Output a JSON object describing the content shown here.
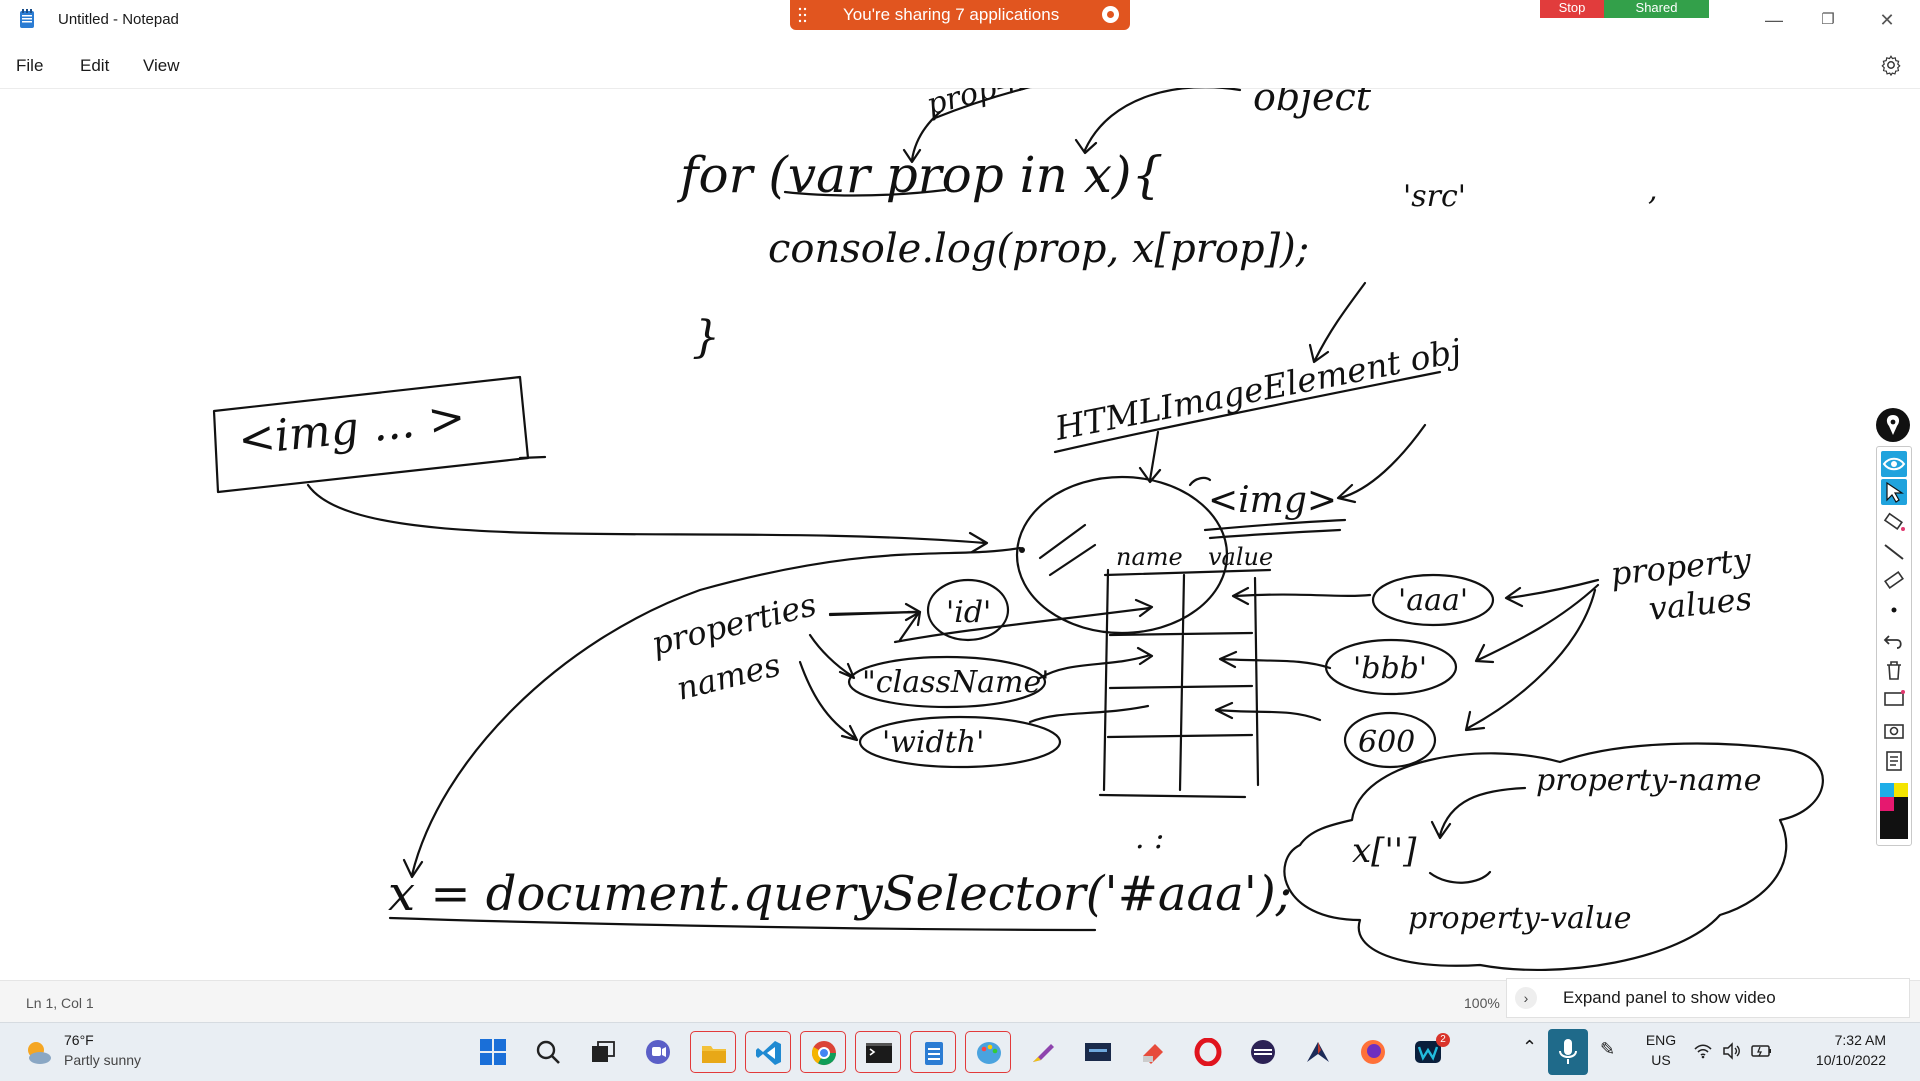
{
  "window": {
    "title": "Untitled - Notepad"
  },
  "share": {
    "banner_text": "You're sharing 7 applications",
    "stop_label": "Stop",
    "shared_label": "Shared"
  },
  "menu": {
    "items": [
      "File",
      "Edit",
      "View"
    ]
  },
  "drawing": {
    "line_for": "for (var prop in x){",
    "annot_prop_name": "prop-name (string)",
    "annot_object": "object",
    "line_console": "console.log(prop, x[prop]);",
    "close_brace": "}",
    "src_label": "'src'",
    "comma": ",",
    "img_tag": "<img ... >",
    "html_image_element": "HTMLImageElement obj",
    "img_tag2": "<img>",
    "col_name": "name",
    "col_value": "value",
    "prop_id": "'id'",
    "prop_class": "\"className'",
    "prop_width": "'width'",
    "val_aaa": "'aaa'",
    "val_bbb": "'bbb'",
    "val_600": "600",
    "properties_names": [
      "properties",
      "names"
    ],
    "property_values": [
      "property",
      "values"
    ],
    "query_line": "x = document.querySelector('#aaa');",
    "property_name": "property-name",
    "bracket_access": "x['']",
    "property_value": "property-value",
    "dots": ". :"
  },
  "status": {
    "position": "Ln 1, Col 1",
    "zoom": "100%",
    "expand_panel": "Expand panel to show video"
  },
  "taskbar": {
    "weather_temp": "76°F",
    "weather_desc": "Partly sunny",
    "icons": [
      "start-icon",
      "search-icon",
      "task-view-icon",
      "chat-icon",
      "file-explorer-icon",
      "vscode-icon",
      "chrome-icon",
      "terminal-icon",
      "notepad-icon",
      "paint-icon",
      "pen-tool-icon",
      "app-icon",
      "screen-sketch-icon",
      "opera-icon",
      "eclipse-icon",
      "bird-app-icon",
      "firefox-icon",
      "webex-icon"
    ],
    "lang_line1": "ENG",
    "lang_line2": "US",
    "time": "7:32 AM",
    "date": "10/10/2022",
    "badge_count": "2"
  },
  "colors": {
    "share_banner": "#e1551f",
    "stop": "#e13c3c",
    "shared": "#33a04a",
    "tool_active": "#20a3dd",
    "ink": "#111111"
  }
}
